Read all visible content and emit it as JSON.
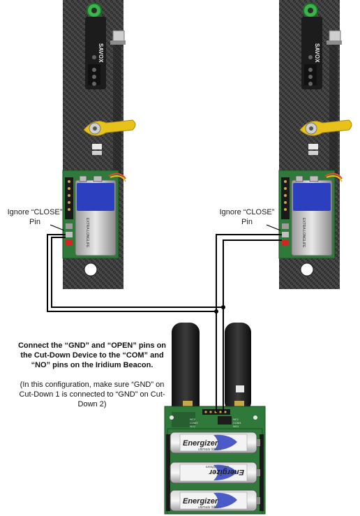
{
  "devices": [
    {
      "id": "cut-down-1",
      "servo_brand": "SAVOX",
      "battery_label": "EXTRA LONGLIFE",
      "annotation": {
        "line1": "Ignore “CLOSE”",
        "line2": "Pin"
      }
    },
    {
      "id": "cut-down-2",
      "servo_brand": "SAVOX",
      "battery_label": "EXTRA LONGLIFE",
      "annotation": {
        "line1": "Ignore “CLOSE”",
        "line2": "Pin"
      }
    }
  ],
  "beacon": {
    "battery_brand": "Energizer",
    "battery_sub": "ultimate lithium",
    "battery_count": 3,
    "pin_labels": [
      "NC2",
      "COM2",
      "NO2",
      "NC1",
      "COM1",
      "NO1"
    ]
  },
  "instructions": {
    "bold_text": "Connect the “GND” and “OPEN” pins on the Cut-Down Device to the “COM” and “NO” pins on the Iridium Beacon.",
    "note_text": "(In this configuration, make sure “GND” on Cut-Down 1 is connected to “GND” on Cut-Down 2)"
  },
  "colors": {
    "carbon_dark": "#2b2b2b",
    "carbon_light": "#4a4a4a",
    "pcb_green": "#2f7a3a",
    "servo_black": "#1c1c1c",
    "horn_yellow": "#e8c21a",
    "wire": "#000000",
    "battery_blue": "#2c3fbf",
    "battery_silver": "#c9c9c9",
    "pad_red": "#d42424"
  }
}
